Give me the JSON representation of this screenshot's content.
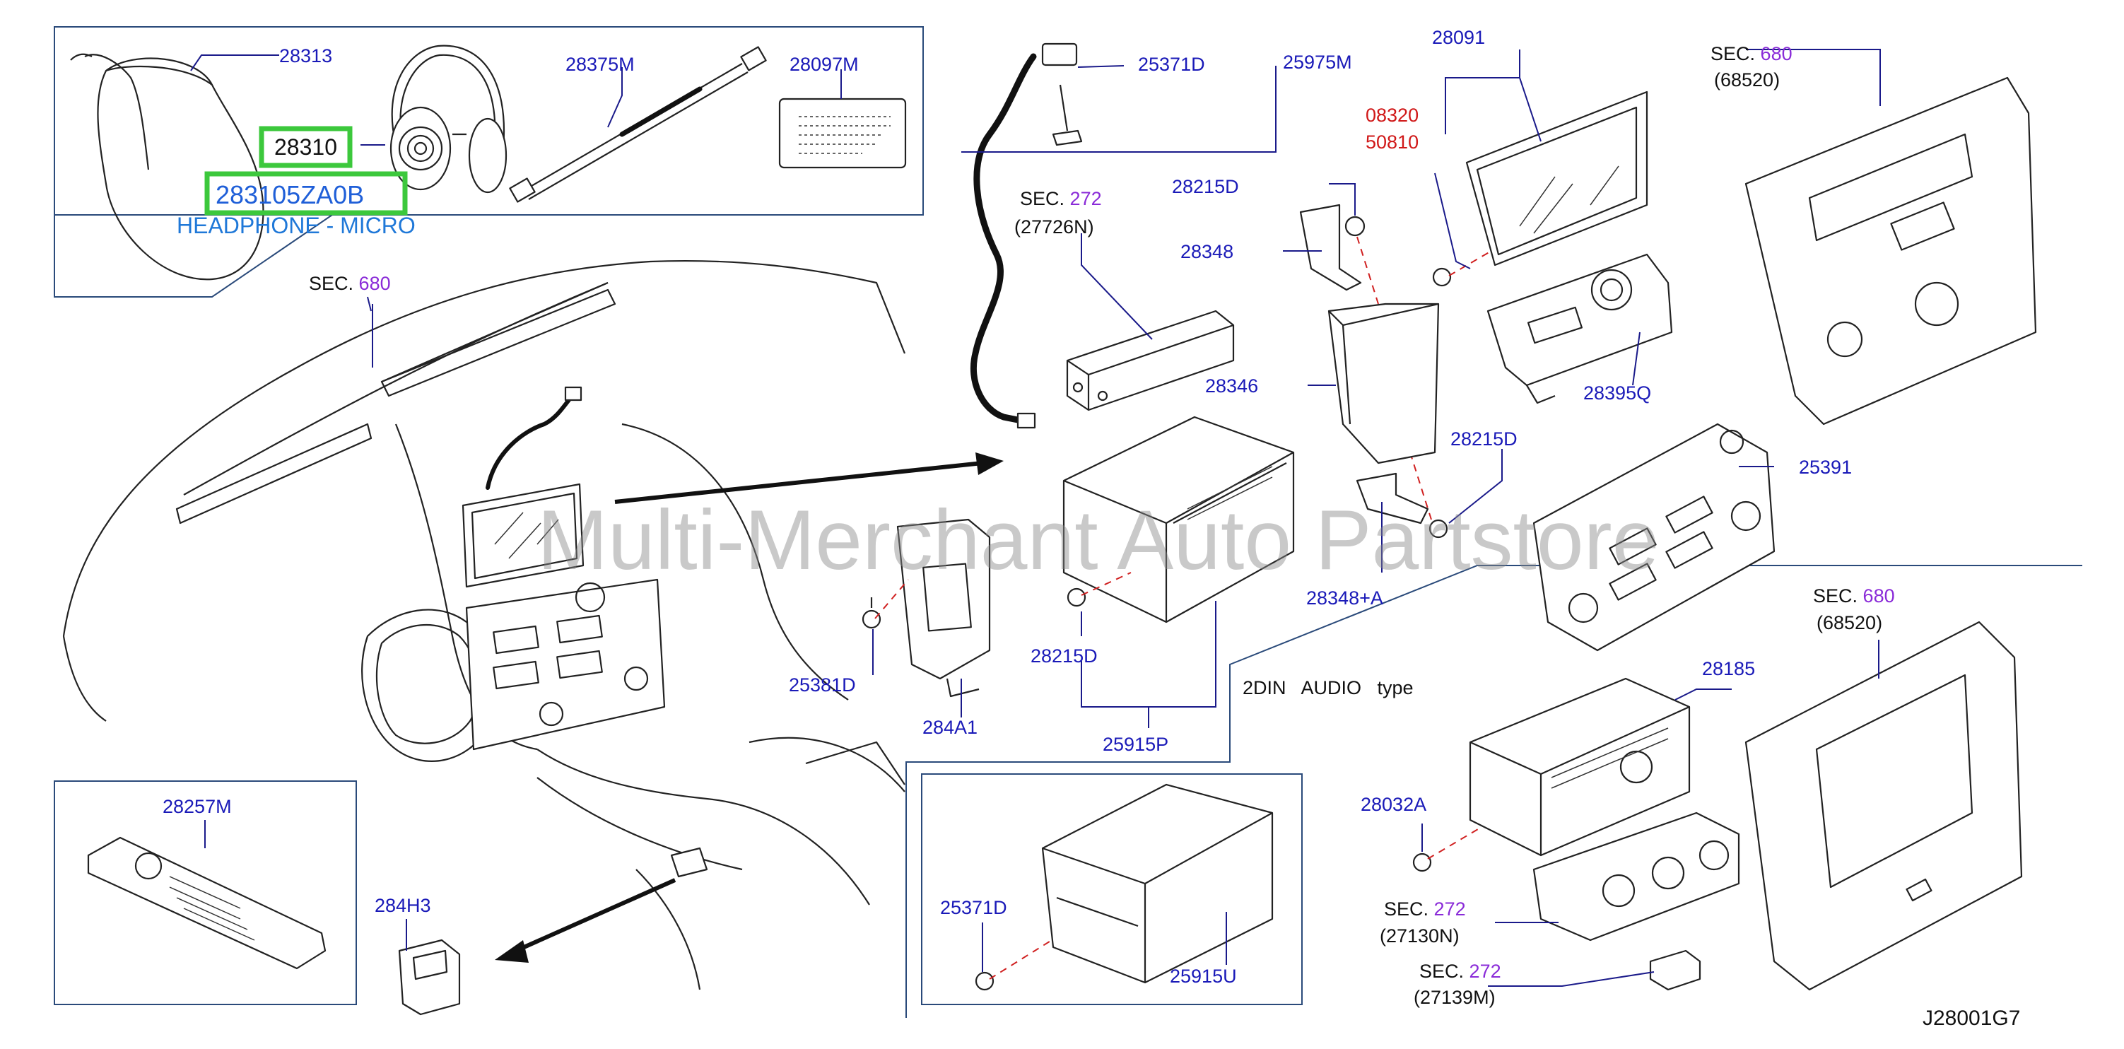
{
  "diagram_code": "J28001G7",
  "watermark": "Multi-Merchant Auto Partstore",
  "variant_label": "2DIN   AUDIO   type",
  "headphone": {
    "part_highlight": "28310",
    "part_code": "283105ZA0B",
    "description": "HEADPHONE - MICRO"
  },
  "parts": {
    "p28313": "28313",
    "p28375M": "28375M",
    "p28097M": "28097M",
    "p25371D_top": "25371D",
    "p25975M": "25975M",
    "p28091": "28091",
    "p08320": "08320",
    "p50810": "50810",
    "p28215D_a": "28215D",
    "p28348": "28348",
    "p28346": "28346",
    "p28395Q": "28395Q",
    "p28215D_b": "28215D",
    "p28348A": "28348+A",
    "p25391": "25391",
    "p25381D": "25381D",
    "p284A1": "284A1",
    "p28215D_c": "28215D",
    "p25915P": "25915P",
    "p28257M": "28257M",
    "p284H3": "284H3",
    "p25371D_bot": "25371D",
    "p25915U": "25915U",
    "p28185": "28185",
    "p28032A": "28032A"
  },
  "sections": {
    "sec_word": "SEC.",
    "s680_a": "680",
    "s680_a_sub": "(68520)",
    "s680_b": "680",
    "s680_b_sub": "(68520)",
    "s680_c": "680",
    "s272_a": "272",
    "s272_a_sub": "(27726N)",
    "s272_b": "272",
    "s272_b_sub": "(27130N)",
    "s272_c": "272",
    "s272_c_sub": "(27139M)"
  },
  "colors": {
    "part_label": "#1a1ab8",
    "sec_number": "#8a2bd8",
    "ref_number": "#d01818",
    "highlight": "#3cc83c"
  }
}
